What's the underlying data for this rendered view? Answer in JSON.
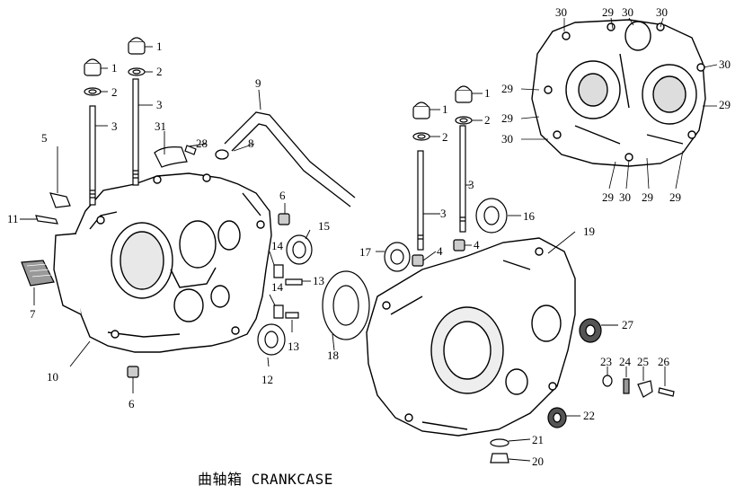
{
  "title": "曲轴箱 CRANKCASE",
  "callouts": [
    "1",
    "2",
    "3",
    "4",
    "5",
    "6",
    "7",
    "8",
    "9",
    "10",
    "11",
    "12",
    "13",
    "14",
    "15",
    "16",
    "17",
    "18",
    "19",
    "20",
    "21",
    "22",
    "23",
    "24",
    "25",
    "26",
    "27",
    "28",
    "29",
    "30",
    "31"
  ],
  "colors": {
    "line": "#000000",
    "part_fill": "#ffffff",
    "shade": "#bdbdbd",
    "dark": "#444444"
  }
}
